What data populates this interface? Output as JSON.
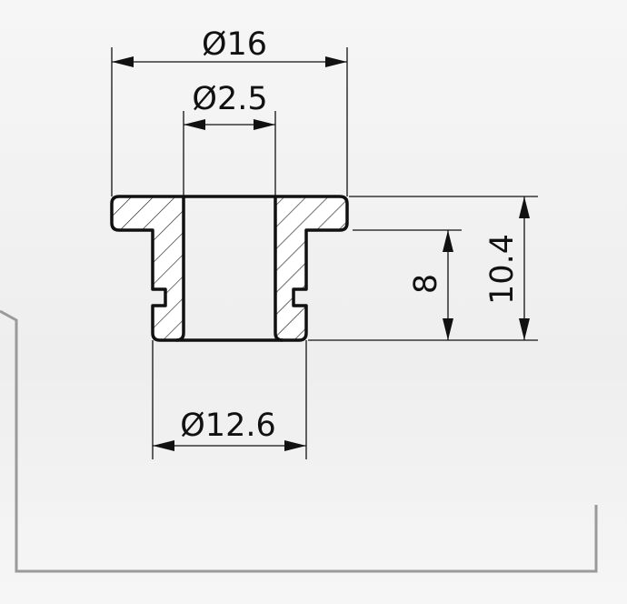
{
  "drawing": {
    "dimensions": {
      "flange_diameter": "Ø16",
      "bore_diameter": "Ø2.5",
      "body_diameter": "Ø12.6",
      "body_height": "8",
      "total_height": "10.4"
    },
    "colors": {
      "background": "#f2f2f2",
      "sheet": "#f8f8f8",
      "line": "#111111",
      "frame": "#9a9a9a"
    }
  }
}
